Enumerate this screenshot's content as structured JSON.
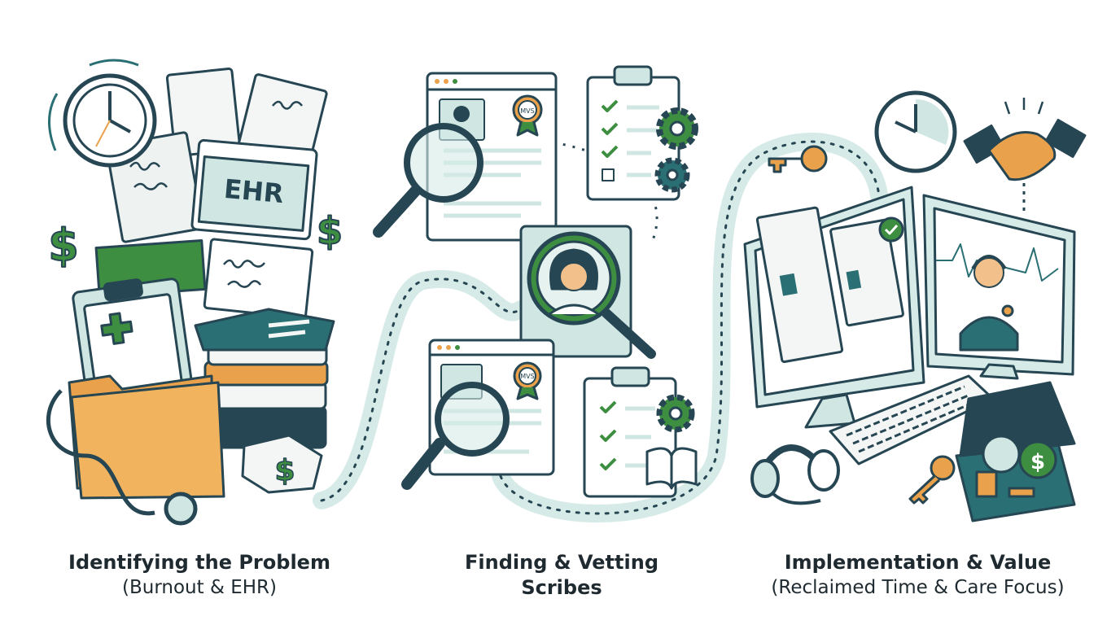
{
  "illustration": {
    "ehr_label": "EHR",
    "badge_label": "MVS",
    "dollar_sign": "$"
  },
  "stages": [
    {
      "title": "Identifying the Problem",
      "subtitle": "(Burnout & EHR)"
    },
    {
      "title": "Finding & Vetting",
      "subtitle": "Scribes"
    },
    {
      "title": "Implementation & Value",
      "subtitle": "(Reclaimed Time & Care Focus)"
    }
  ],
  "colors": {
    "outline": "#264653",
    "teal": "#2a6f73",
    "light_teal": "#cfe6e2",
    "green": "#3e8e41",
    "orange": "#e9a24b",
    "paper": "#f4f6f5"
  }
}
